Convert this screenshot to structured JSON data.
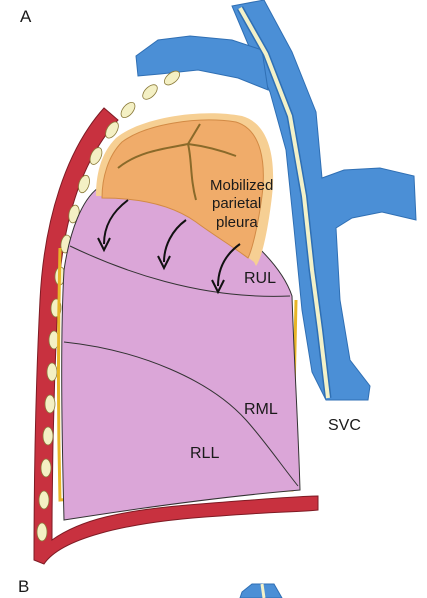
{
  "panels": {
    "a": "A",
    "b": "B"
  },
  "labels": {
    "mobilized": [
      "Mobilized",
      "parietal",
      "pleura"
    ],
    "rul": "RUL",
    "rml": "RML",
    "rll": "RLL",
    "svc": "SVC"
  },
  "colors": {
    "vessel": "#4b8fd6",
    "vessel_outline": "#2f6fb4",
    "vessel_core": "#f3f1c8",
    "lung": "#dba6d8",
    "pleura": "#f0ac6a",
    "pleura_edge": "#f6cf93",
    "chest_wall": "#c8313f",
    "rib": "#f4f0c4",
    "parietal_line": "#e8b529",
    "outline": "#333333"
  }
}
